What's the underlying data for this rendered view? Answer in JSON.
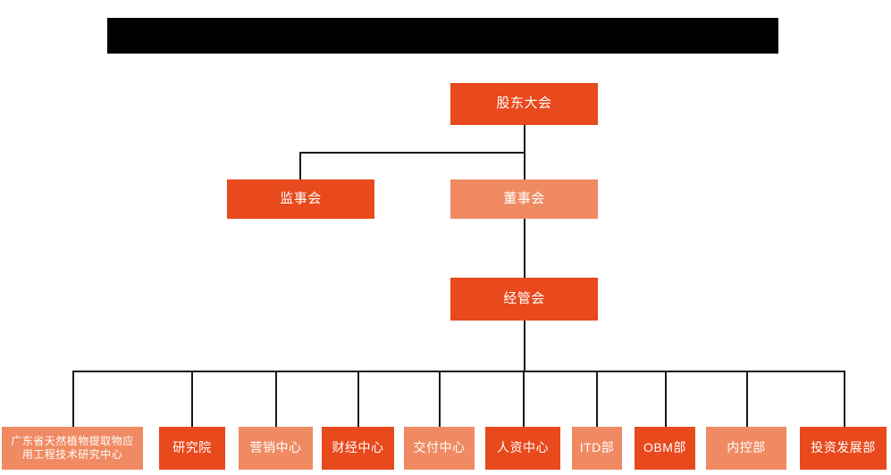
{
  "banner": {
    "name": "redacted-title-banner",
    "note": "solid black redaction bar",
    "color": "#000000",
    "text": ""
  },
  "theme": {
    "background": "#ffffff",
    "accent_dark": "#E8491D",
    "accent_light": "#EF8A62",
    "line_color": "#1a1a1a",
    "node_text_color": "#ffffff"
  },
  "nodes": {
    "shareholders_meeting": {
      "label": "股东大会",
      "tone": "dark"
    },
    "board_of_supervisors": {
      "label": "监事会",
      "tone": "dark"
    },
    "board_of_directors": {
      "label": "董事会",
      "tone": "light"
    },
    "management_committee": {
      "label": "经管会",
      "tone": "dark"
    }
  },
  "departments": [
    {
      "label": "广东省天然植物提取物应\n用工程技术研究中心",
      "line1": "广东省天然植物提取物应",
      "line2": "用工程技术研究中心",
      "tone": "light",
      "multiline": true
    },
    {
      "label": "研究院",
      "tone": "dark",
      "multiline": false
    },
    {
      "label": "营销中心",
      "tone": "light",
      "multiline": false
    },
    {
      "label": "财经中心",
      "tone": "dark",
      "multiline": false
    },
    {
      "label": "交付中心",
      "tone": "light",
      "multiline": false
    },
    {
      "label": "人资中心",
      "tone": "dark",
      "multiline": false
    },
    {
      "label": "ITD部",
      "tone": "light",
      "multiline": false
    },
    {
      "label": "OBM部",
      "tone": "dark",
      "multiline": false
    },
    {
      "label": "内控部",
      "tone": "light",
      "multiline": false
    },
    {
      "label": "投资发展部",
      "tone": "dark",
      "multiline": false
    }
  ]
}
